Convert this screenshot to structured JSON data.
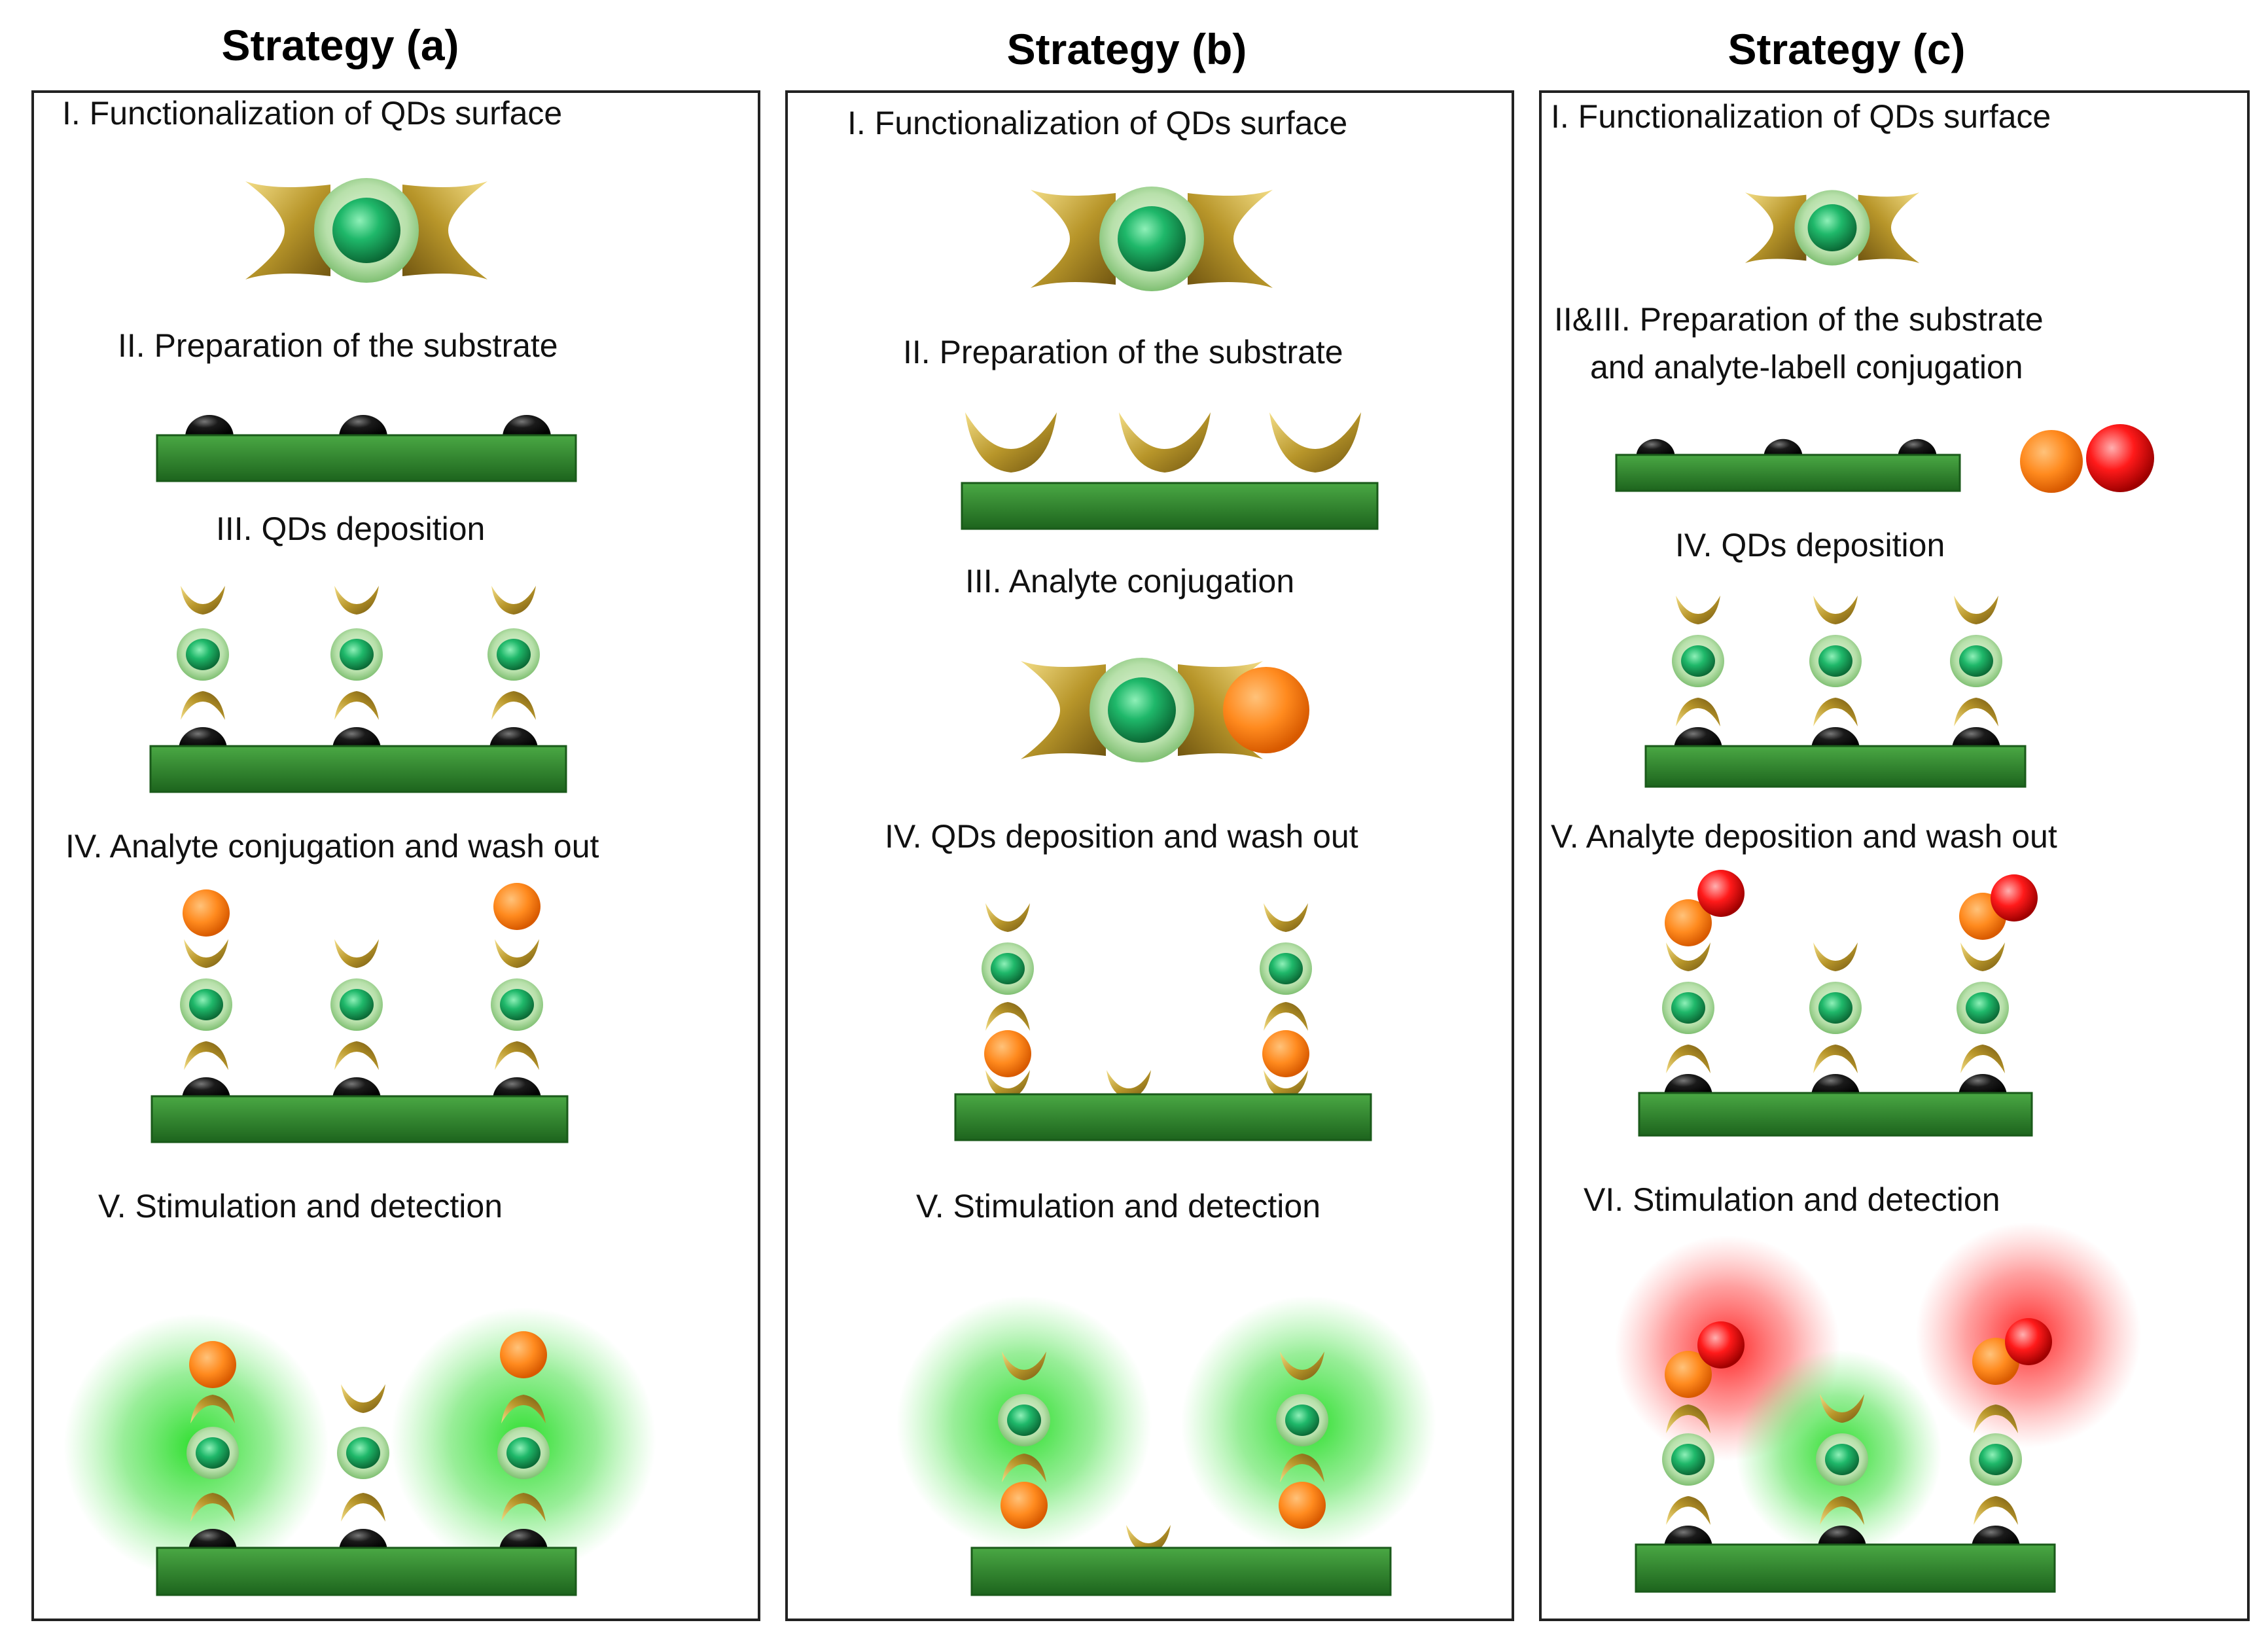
{
  "colors": {
    "substrate_top": "#3f9a3a",
    "substrate_bottom": "#1f6a1f",
    "qd_core": "#1fb86a",
    "qd_shell": "#bfe6b5",
    "ligand_gold": "#b8962a",
    "anchor_black": "#111111",
    "analyte_orange": "#ff8a1e",
    "label_red": "#ff1a1a",
    "glow_green": "#33dd33",
    "glow_red": "#ff2a2a",
    "panel_border": "#222222"
  },
  "panels": [
    {
      "title": "Strategy (a)",
      "steps": [
        "I. Functionalization of QDs surface",
        "II. Preparation of the substrate",
        "III. QDs deposition",
        "IV. Analyte conjugation and wash out",
        "V. Stimulation and detection"
      ]
    },
    {
      "title": "Strategy (b)",
      "steps": [
        "I. Functionalization of QDs surface",
        "II. Preparation of the substrate",
        "III. Analyte conjugation",
        "IV. QDs deposition and wash out",
        "V. Stimulation and detection"
      ]
    },
    {
      "title": "Strategy (c)",
      "steps": [
        "I. Functionalization of QDs surface",
        "II&III. Preparation of the substrate",
        "and analyte-labell conjugation",
        "IV. QDs deposition",
        "V. Analyte deposition and wash out",
        "VI. Stimulation and detection"
      ]
    }
  ]
}
